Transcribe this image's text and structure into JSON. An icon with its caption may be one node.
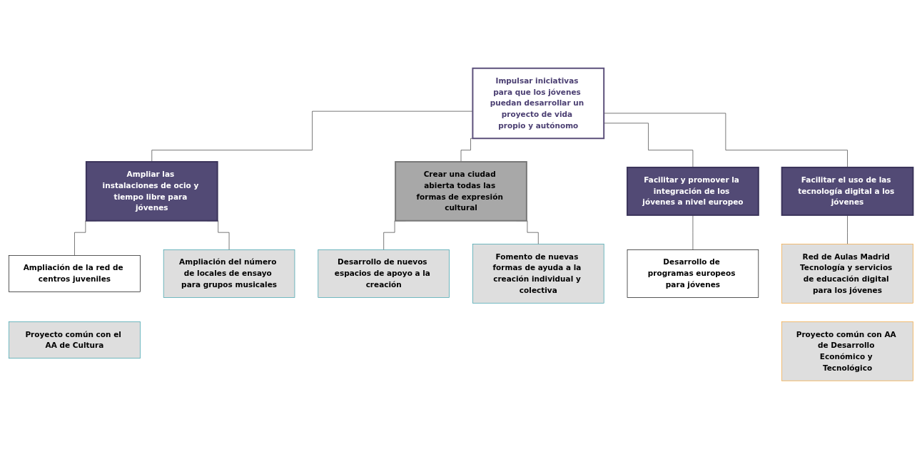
{
  "diagram": {
    "nodes": [
      {
        "text": [
          "Impulsar iniciativas para que los jóvenes puedan desarrollar un proyecto de vida propio y autónomo"
        ]
      },
      {
        "text": [
          "Ampliar las instalaciones de ocio y tiempo libre para jóvenes"
        ]
      },
      {
        "text": [
          "Crear una ciudad abierta todas las formas de expresión cultural"
        ]
      },
      {
        "text": [
          "Facilitar y promover la integración de los jóvenes a nivel europeo"
        ]
      },
      {
        "text": [
          "Facilitar el uso de las tecnología digital a los jóvenes"
        ]
      },
      {
        "text": [
          "Ampliación de la red de centros juveniles"
        ]
      },
      {
        "text": [
          "Ampliación del número de locales de ensayo para grupos musicales"
        ]
      },
      {
        "text": [
          "Desarrollo de nuevos espacios de apoyo a la creación"
        ]
      },
      {
        "text": [
          "Fomento de nuevas formas de ayuda a la creación individual y colectiva"
        ]
      },
      {
        "text": [
          "Desarrollo de programas europeos para jóvenes"
        ]
      },
      {
        "text": [
          "Red de Aulas Madrid Tecnología y servicios de educación digital para los jóvenes"
        ]
      },
      {
        "text": [
          "Proyecto común con el AA de Cultura"
        ]
      },
      {
        "text": [
          "Proyecto común con AA de Desarrollo Económico y Tecnológico"
        ]
      }
    ],
    "edges": [
      {
        "from": 0,
        "to": 1,
        "arrow": "none"
      },
      {
        "from": 0,
        "to": 2,
        "arrow": "none"
      },
      {
        "from": 0,
        "to": 3,
        "arrow": "none"
      },
      {
        "from": 0,
        "to": 4,
        "arrow": "none"
      },
      {
        "from": 1,
        "to": 5,
        "arrow": "none"
      },
      {
        "from": 1,
        "to": 6,
        "arrow": "none"
      },
      {
        "from": 2,
        "to": 7,
        "arrow": "none"
      },
      {
        "from": 2,
        "to": 8,
        "arrow": "none"
      },
      {
        "from": 3,
        "to": 9,
        "arrow": "none"
      },
      {
        "from": 4,
        "to": 10,
        "arrow": "none"
      }
    ]
  }
}
